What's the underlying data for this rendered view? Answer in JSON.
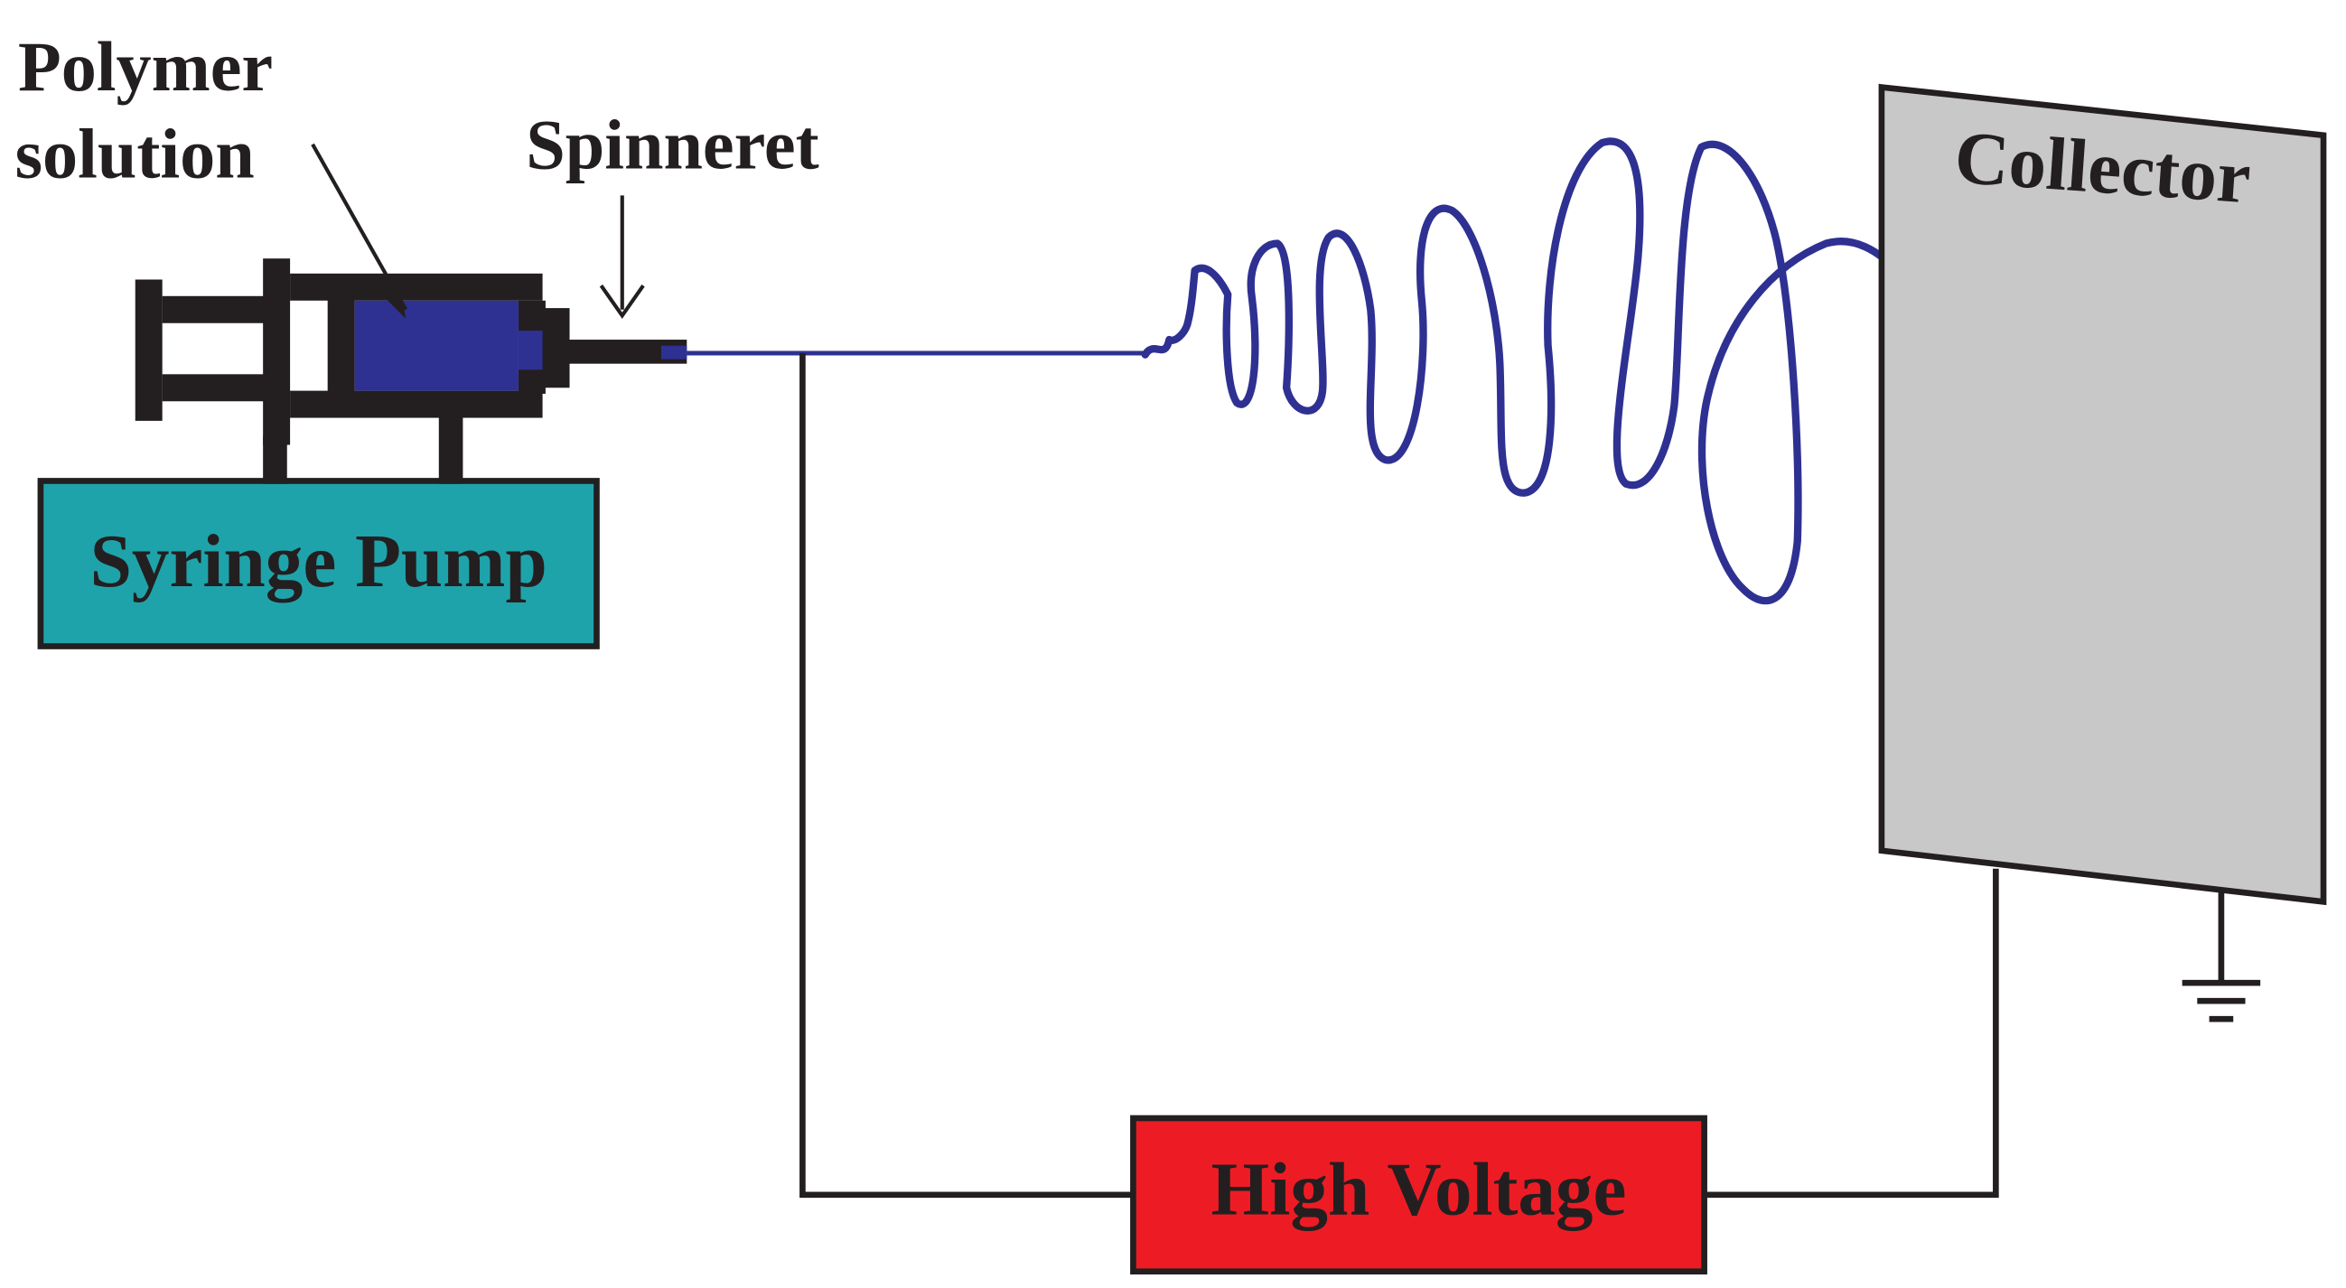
{
  "labels": {
    "polymer_line1": "Polymer",
    "polymer_line2": "solution",
    "spinneret": "Spinneret",
    "collector": "Collector",
    "syringe_pump": "Syringe Pump",
    "high_voltage": "High Voltage"
  },
  "colors": {
    "outline": "#231f20",
    "polymer": "#2e3192",
    "fiber": "#2e3192",
    "pump": "#1fa3aa",
    "collector": "#c8c8c8",
    "high_voltage": "#ed1c24",
    "wire": "#231f20"
  }
}
